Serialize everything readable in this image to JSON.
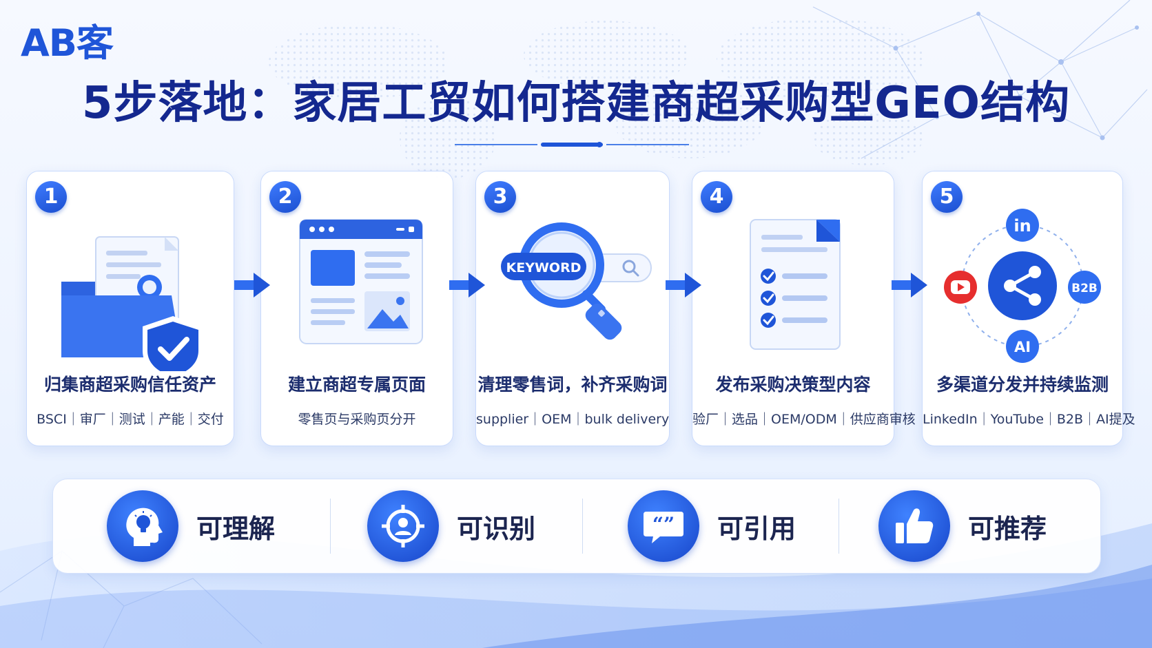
{
  "logo": "AB客",
  "title": "5步落地：家居工贸如何搭建商超采购型GEO结构",
  "steps": [
    {
      "number": "1",
      "title": "归集商超采购信任资产",
      "subtitle": "BSCI｜审厂｜测试｜产能｜交付",
      "icon": "folder-certificate-shield-icon"
    },
    {
      "number": "2",
      "title": "建立商超专属页面",
      "subtitle": "零售页与采购页分开",
      "icon": "webpage-layout-icon"
    },
    {
      "number": "3",
      "title": "清理零售词，补齐采购词",
      "subtitle": "supplier｜OEM｜bulk delivery",
      "icon": "keyword-magnifier-icon",
      "keyword_tag": "KEYWORD"
    },
    {
      "number": "4",
      "title": "发布采购决策型内容",
      "subtitle": "验厂｜选品｜OEM/ODM｜供应商审核",
      "icon": "document-checklist-icon"
    },
    {
      "number": "5",
      "title": "多渠道分发并持续监测",
      "subtitle": "LinkedIn｜YouTube｜B2B｜AI提及",
      "icon": "share-network-icon",
      "channels": {
        "linkedin": "in",
        "b2b": "B2B",
        "ai": "AI"
      }
    }
  ],
  "principles": [
    {
      "label": "可理解",
      "icon": "head-lightbulb-icon"
    },
    {
      "label": "可识别",
      "icon": "target-user-icon"
    },
    {
      "label": "可引用",
      "icon": "quote-bubble-icon"
    },
    {
      "label": "可推荐",
      "icon": "thumbs-up-icon"
    }
  ],
  "colors": {
    "primary": "#1f55d8",
    "title": "#14288f",
    "text": "#1c2d6e",
    "youtube": "#e62e2e"
  }
}
